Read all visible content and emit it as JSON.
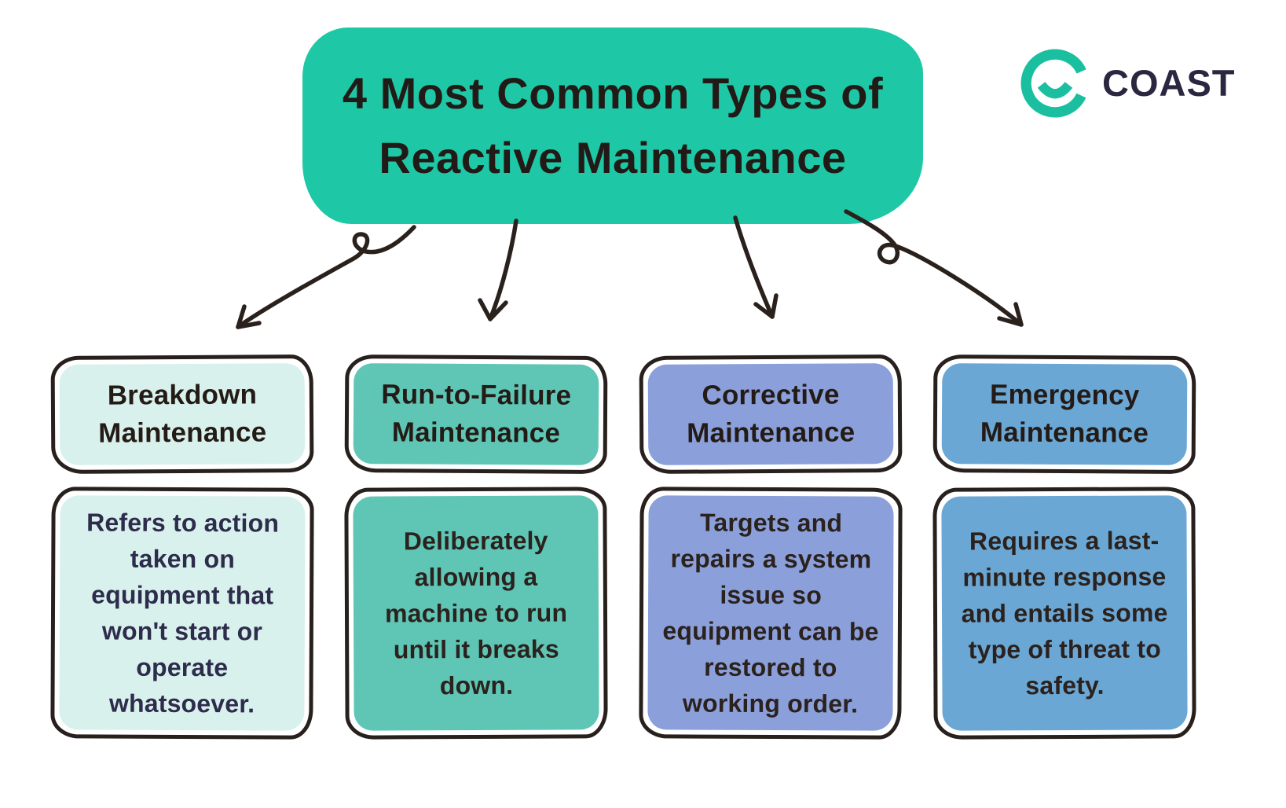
{
  "header": {
    "title_line1": "4 Most Common Types of",
    "title_line2": "Reactive Maintenance",
    "bg_color": "#1ec8a6",
    "text_color": "#211a16"
  },
  "logo": {
    "text": "COAST",
    "icon": "coast-ring-smile-icon",
    "icon_color": "#1abfa0",
    "text_color": "#2b2740"
  },
  "arrow_color": "#2a211d",
  "border_color": "#27201d",
  "columns": [
    {
      "title": "Breakdown Maintenance",
      "description": "Refers to action taken on equipment that won't start or operate whatsoever.",
      "fill_color": "#d9f1ec",
      "desc_text_color": "#2e2c4c"
    },
    {
      "title": "Run-to-Failure Maintenance",
      "description": "Deliberately allowing a machine to run until it breaks down.",
      "fill_color": "#5fc6b6",
      "desc_text_color": "#2b211d"
    },
    {
      "title": "Corrective Maintenance",
      "description": "Targets and repairs a system issue so equipment can be restored to working order.",
      "fill_color": "#8ba0db",
      "desc_text_color": "#2b211d"
    },
    {
      "title": "Emergency Maintenance",
      "description": "Requires a last-minute response and entails some type of threat to safety.",
      "fill_color": "#6ba7d4",
      "desc_text_color": "#2b211d"
    }
  ]
}
